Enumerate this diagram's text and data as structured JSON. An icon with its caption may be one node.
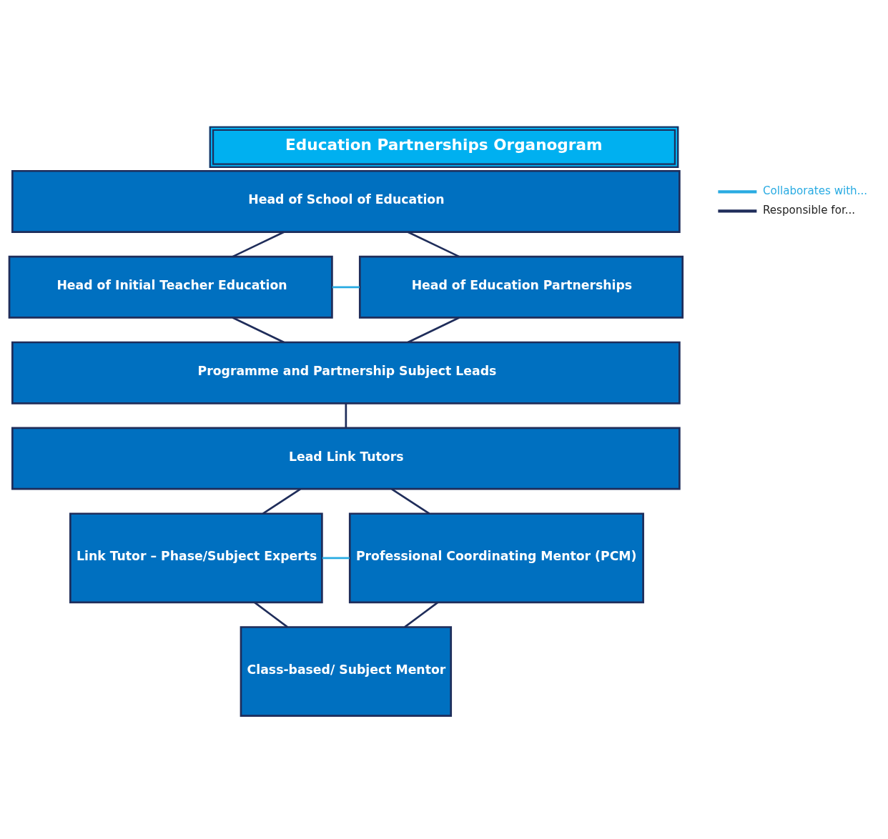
{
  "diagram": {
    "title": "Education Partnerships Organogram",
    "nodes": [
      {
        "text": [
          "Head of School of Education"
        ]
      },
      {
        "text": [
          "Head of Initial Teacher Education"
        ]
      },
      {
        "text": [
          "Head of Education Partnerships"
        ]
      },
      {
        "text": [
          "Programme and Partnership Subject Leads"
        ]
      },
      {
        "text": [
          "Lead Link Tutors"
        ]
      },
      {
        "text": [
          "Link Tutor – Phase/Subject Experts"
        ]
      },
      {
        "text": [
          "Professional Coordinating Mentor (PCM)"
        ]
      },
      {
        "text": [
          "Class-based/ Subject Mentor"
        ]
      }
    ],
    "edges": [
      {
        "from": 0,
        "to": 1,
        "arrow": "none"
      },
      {
        "from": 0,
        "to": 2,
        "arrow": "none"
      },
      {
        "from": 1,
        "to": 2,
        "arrow": "none",
        "color": "#29abe2"
      },
      {
        "from": 1,
        "to": 3,
        "arrow": "none"
      },
      {
        "from": 2,
        "to": 3,
        "arrow": "none"
      },
      {
        "from": 3,
        "to": 4,
        "arrow": "none"
      },
      {
        "from": 4,
        "to": 5,
        "arrow": "none"
      },
      {
        "from": 4,
        "to": 6,
        "arrow": "none"
      },
      {
        "from": 5,
        "to": 6,
        "arrow": "none",
        "color": "#29abe2"
      },
      {
        "from": 5,
        "to": 7,
        "arrow": "none"
      },
      {
        "from": 6,
        "to": 7,
        "arrow": "none"
      }
    ],
    "legend": [
      {
        "text": "Collaborates with..."
      },
      {
        "text": "Responsible for..."
      }
    ]
  }
}
